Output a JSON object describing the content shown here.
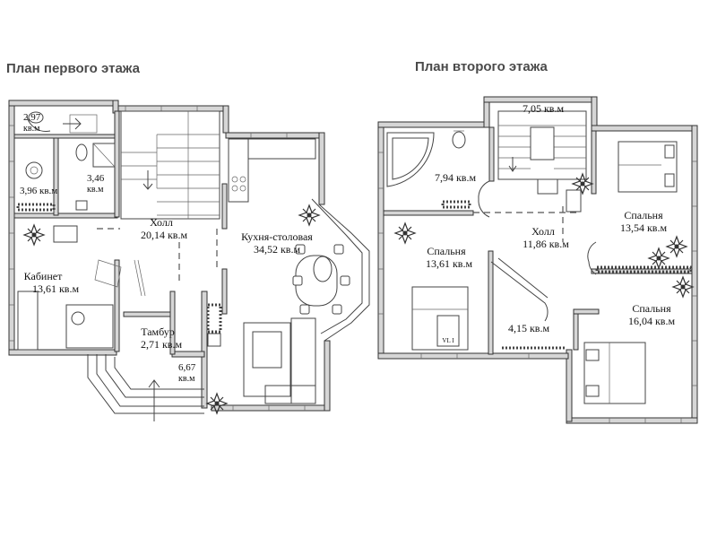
{
  "floor1": {
    "title": "План первого этажа",
    "rooms": {
      "wc": {
        "area": "2,97",
        "unit": "кв.м"
      },
      "bath": {
        "area": "3,96 кв.м"
      },
      "shower": {
        "area": "3,46",
        "unit": "кв.м"
      },
      "hall": {
        "name": "Холл",
        "area": "20,14 кв.м"
      },
      "kitchen": {
        "name": "Кухня-столовая",
        "area": "34,52 кв.м"
      },
      "office": {
        "name": "Кабинет",
        "area": "13,61 кв.м"
      },
      "vestibule": {
        "name": "Тамбур",
        "area": "2,71 кв.м"
      },
      "porch": {
        "area": "6,67",
        "unit": "кв.м"
      }
    }
  },
  "floor2": {
    "title": "План второго этажа",
    "rooms": {
      "stair": {
        "area": "7,05 кв.м"
      },
      "bath": {
        "area": "7,94 кв.м"
      },
      "bedroom_ne": {
        "name": "Спальня",
        "area": "13,54 кв.м"
      },
      "bedroom_w": {
        "name": "Спальня",
        "area": "13,61 кв.м"
      },
      "hall": {
        "name": "Холл",
        "area": "11,86 кв.м"
      },
      "storage": {
        "area": "4,15 кв.м"
      },
      "bedroom_se": {
        "name": "Спальня",
        "area": "16,04 кв.м"
      },
      "bed_tag": "VL I"
    }
  }
}
